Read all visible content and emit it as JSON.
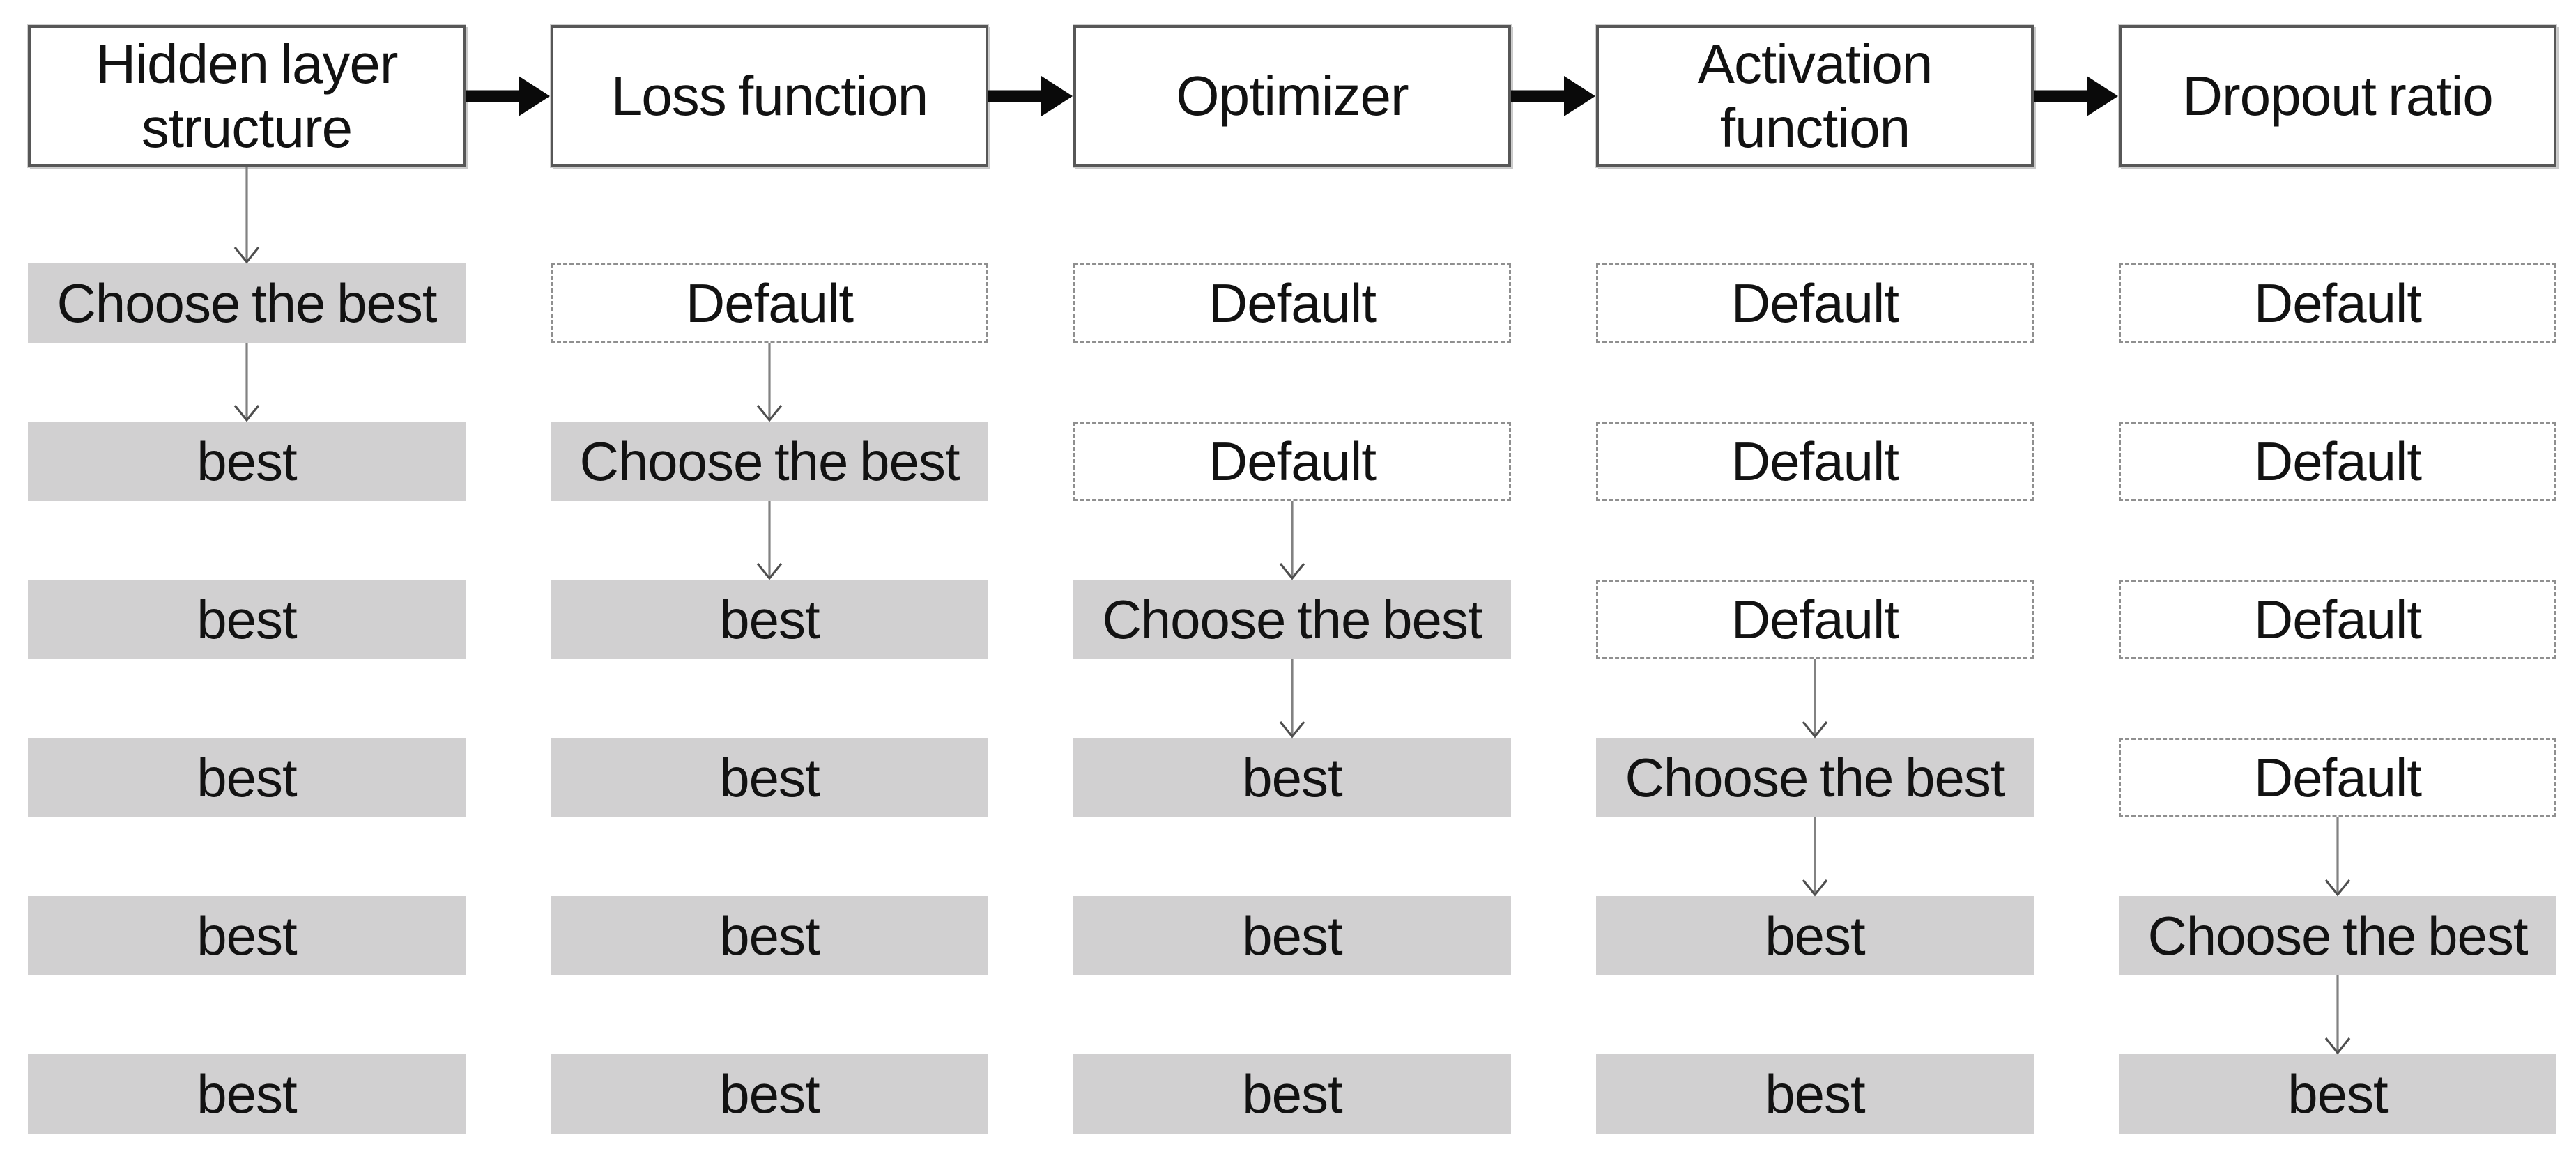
{
  "colors": {
    "background": "#ffffff",
    "text": "#121212",
    "selected_fill": "#d1d0d1",
    "default_border": "#8f8f8f",
    "header_border": "#575757",
    "thick_arrow": "#0a0a0a",
    "thin_arrow_line": "#828282",
    "thin_arrow_head": "#4f4f4f"
  },
  "columns": [
    {
      "header": "Hidden layer structure",
      "cells": [
        {
          "label": "Choose the best",
          "variant": "chosen"
        },
        {
          "label": "best",
          "variant": "best"
        },
        {
          "label": "best",
          "variant": "best"
        },
        {
          "label": "best",
          "variant": "best"
        },
        {
          "label": "best",
          "variant": "best"
        },
        {
          "label": "best",
          "variant": "best"
        }
      ]
    },
    {
      "header": "Loss function",
      "cells": [
        {
          "label": "Default",
          "variant": "default"
        },
        {
          "label": "Choose the best",
          "variant": "chosen"
        },
        {
          "label": "best",
          "variant": "best"
        },
        {
          "label": "best",
          "variant": "best"
        },
        {
          "label": "best",
          "variant": "best"
        },
        {
          "label": "best",
          "variant": "best"
        }
      ]
    },
    {
      "header": "Optimizer",
      "cells": [
        {
          "label": "Default",
          "variant": "default"
        },
        {
          "label": "Default",
          "variant": "default"
        },
        {
          "label": "Choose the best",
          "variant": "chosen"
        },
        {
          "label": "best",
          "variant": "best"
        },
        {
          "label": "best",
          "variant": "best"
        },
        {
          "label": "best",
          "variant": "best"
        }
      ]
    },
    {
      "header": "Activation function",
      "cells": [
        {
          "label": "Default",
          "variant": "default"
        },
        {
          "label": "Default",
          "variant": "default"
        },
        {
          "label": "Default",
          "variant": "default"
        },
        {
          "label": "Choose the best",
          "variant": "chosen"
        },
        {
          "label": "best",
          "variant": "best"
        },
        {
          "label": "best",
          "variant": "best"
        }
      ]
    },
    {
      "header": "Dropout ratio",
      "cells": [
        {
          "label": "Default",
          "variant": "default"
        },
        {
          "label": "Default",
          "variant": "default"
        },
        {
          "label": "Default",
          "variant": "default"
        },
        {
          "label": "Default",
          "variant": "default"
        },
        {
          "label": "Choose the best",
          "variant": "chosen"
        },
        {
          "label": "best",
          "variant": "best"
        }
      ]
    }
  ]
}
